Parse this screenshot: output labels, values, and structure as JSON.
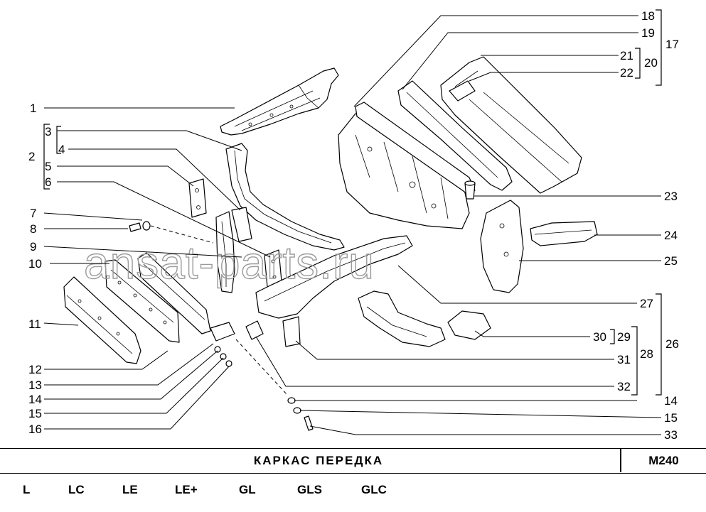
{
  "callouts": [
    {
      "id": "c1",
      "label": "1"
    },
    {
      "id": "c2",
      "label": "2"
    },
    {
      "id": "c3",
      "label": "3"
    },
    {
      "id": "c4",
      "label": "4"
    },
    {
      "id": "c5",
      "label": "5"
    },
    {
      "id": "c6",
      "label": "6"
    },
    {
      "id": "c7",
      "label": "7"
    },
    {
      "id": "c8",
      "label": "8"
    },
    {
      "id": "c9",
      "label": "9"
    },
    {
      "id": "c10",
      "label": "10"
    },
    {
      "id": "c11",
      "label": "11"
    },
    {
      "id": "c12",
      "label": "12"
    },
    {
      "id": "c13",
      "label": "13"
    },
    {
      "id": "c14a",
      "label": "14"
    },
    {
      "id": "c15a",
      "label": "15"
    },
    {
      "id": "c16",
      "label": "16"
    },
    {
      "id": "c17",
      "label": "17"
    },
    {
      "id": "c18",
      "label": "18"
    },
    {
      "id": "c19",
      "label": "19"
    },
    {
      "id": "c20",
      "label": "20"
    },
    {
      "id": "c21",
      "label": "21"
    },
    {
      "id": "c22",
      "label": "22"
    },
    {
      "id": "c23",
      "label": "23"
    },
    {
      "id": "c24",
      "label": "24"
    },
    {
      "id": "c25",
      "label": "25"
    },
    {
      "id": "c26",
      "label": "26"
    },
    {
      "id": "c27",
      "label": "27"
    },
    {
      "id": "c28",
      "label": "28"
    },
    {
      "id": "c29",
      "label": "29"
    },
    {
      "id": "c30",
      "label": "30"
    },
    {
      "id": "c31",
      "label": "31"
    },
    {
      "id": "c32",
      "label": "32"
    },
    {
      "id": "c14b",
      "label": "14"
    },
    {
      "id": "c15b",
      "label": "15"
    },
    {
      "id": "c33",
      "label": "33"
    }
  ],
  "watermark": "ansat-parts.ru",
  "title": "КАРКАС  ПЕРЕДКА",
  "code": "M240",
  "variants": [
    "L",
    "LC",
    "LE",
    "LE+",
    "GL",
    "GLS",
    "GLC"
  ]
}
